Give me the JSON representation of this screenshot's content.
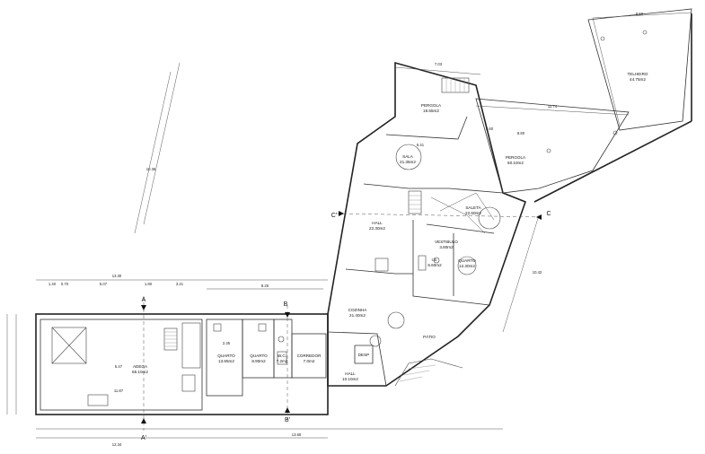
{
  "rooms": [
    {
      "id": "adega",
      "name": "ADEGA",
      "area": "65.10m2"
    },
    {
      "id": "quarto1",
      "name": "QUARTO",
      "area": "13.65m2"
    },
    {
      "id": "quarto2",
      "name": "QUARTO",
      "area": "8.90m2"
    },
    {
      "id": "wc1",
      "name": "W.C.",
      "area": "7.2m2"
    },
    {
      "id": "corredor",
      "name": "CORREDOR",
      "area": "7.0m2"
    },
    {
      "id": "hall1",
      "name": "HALL",
      "area": "10.10m2"
    },
    {
      "id": "desp",
      "name": "DESP",
      "area": ""
    },
    {
      "id": "cozinha",
      "name": "COZINHA",
      "area": "21.40m2"
    },
    {
      "id": "patio",
      "name": "PÁTIO",
      "area": ""
    },
    {
      "id": "hall2",
      "name": "HALL",
      "area": "22.30m2"
    },
    {
      "id": "vestibulo",
      "name": "VESTIBULO",
      "area": "3.80m2"
    },
    {
      "id": "wc2",
      "name": "I.S.",
      "area": "5.60m2"
    },
    {
      "id": "quarto3",
      "name": "QUARTO",
      "area": "12.30m2"
    },
    {
      "id": "saleta",
      "name": "SALETA",
      "area": "22.60m2"
    },
    {
      "id": "sala",
      "name": "SALA",
      "area": "21.35m2"
    },
    {
      "id": "pergola1",
      "name": "PERGOLA",
      "area": "19.65m2"
    },
    {
      "id": "pergola2",
      "name": "PERGOLA",
      "area": "50.10m2"
    },
    {
      "id": "telheiro",
      "name": "TELHEIRO",
      "area": "44.75m2"
    }
  ],
  "sections": {
    "a": "A",
    "a_prime": "A'",
    "b": "B",
    "b_prime": "B'",
    "c": "C",
    "c_prime": "C'"
  },
  "dimensions": {
    "top_total": "13.30",
    "bottom_left": "12.34",
    "bottom_right": "13.60",
    "top_right": "8.50",
    "d1": "1.40",
    "d2": "0.70",
    "d3": "5.07",
    "d4": "1.80",
    "d5": "3.21",
    "d6": "8.25",
    "d7": "7.03",
    "d8": "11.74",
    "d9": "4.60",
    "d10": "8.80",
    "d11": "10.42",
    "d12": "2.35",
    "d13": "6.41",
    "d14": "10.36",
    "d15": "5.47",
    "d16": "11.87"
  }
}
